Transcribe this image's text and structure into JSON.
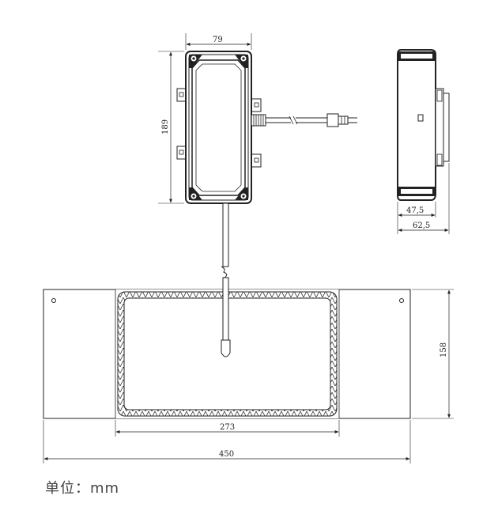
{
  "dimensions": {
    "top_width": "79",
    "top_height": "189",
    "side_depth_inner": "47,5",
    "side_depth_outer": "62,5",
    "panel_height": "158",
    "panel_inner_width": "273",
    "panel_total_width": "450"
  },
  "unit_label": "单位：mm"
}
